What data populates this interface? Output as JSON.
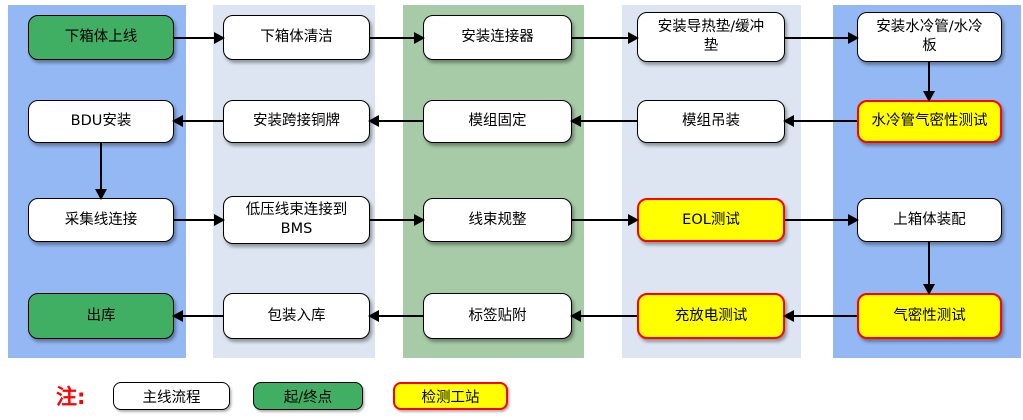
{
  "legend": {
    "note": "注:",
    "items": [
      {
        "label": "主线流程",
        "type": "main-process"
      },
      {
        "label": "起/终点",
        "type": "start-end"
      },
      {
        "label": "检测工站",
        "type": "test-station"
      }
    ]
  },
  "nodes": [
    {
      "label": "下箱体上线",
      "type": "terminal"
    },
    {
      "label": "下箱体清洁",
      "type": "process"
    },
    {
      "label": "安装连接器",
      "type": "process"
    },
    {
      "label": "安装导热垫/缓冲\n垫",
      "type": "process"
    },
    {
      "label": "安装水冷管/水冷\n板",
      "type": "process"
    },
    {
      "label": "水冷管气密性测试",
      "type": "test"
    },
    {
      "label": "模组吊装",
      "type": "process"
    },
    {
      "label": "模组固定",
      "type": "process"
    },
    {
      "label": "安装跨接铜牌",
      "type": "process"
    },
    {
      "label": "BDU安装",
      "type": "process"
    },
    {
      "label": "采集线连接",
      "type": "process"
    },
    {
      "label": "低压线束连接到\nBMS",
      "type": "process"
    },
    {
      "label": "线束规整",
      "type": "process"
    },
    {
      "label": "EOL测试",
      "type": "test"
    },
    {
      "label": "上箱体装配",
      "type": "process"
    },
    {
      "label": "气密性测试",
      "type": "test"
    },
    {
      "label": "充放电测试",
      "type": "test"
    },
    {
      "label": "标签贴附",
      "type": "process"
    },
    {
      "label": "包装入库",
      "type": "process"
    },
    {
      "label": "出库",
      "type": "terminal"
    }
  ],
  "colors": {
    "band_blue": "#94B8F4",
    "band_light": "#DCE5F1",
    "band_green": "#A6CBA6",
    "node_green": "#40AE63",
    "node_test_fill": "#FFFF00",
    "node_test_border": "#FF0000",
    "note_red": "#FF0000"
  }
}
